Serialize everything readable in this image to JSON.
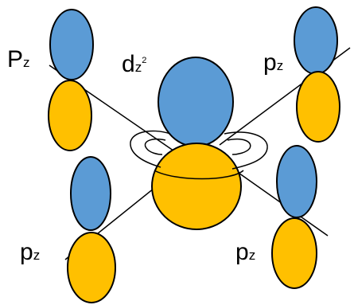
{
  "labels": {
    "top_left": {
      "main": "P",
      "sub": "z"
    },
    "top_right": {
      "main": "p",
      "sub": "z"
    },
    "bottom_left": {
      "main": "p",
      "sub": "z"
    },
    "bottom_right": {
      "main": "p",
      "sub": "z"
    },
    "center": {
      "main": "d",
      "sub": "z",
      "sup": "2"
    }
  },
  "colors": {
    "lobe_blue": "#5b9bd5",
    "lobe_gold": "#ffc000",
    "outline": "#000000"
  }
}
